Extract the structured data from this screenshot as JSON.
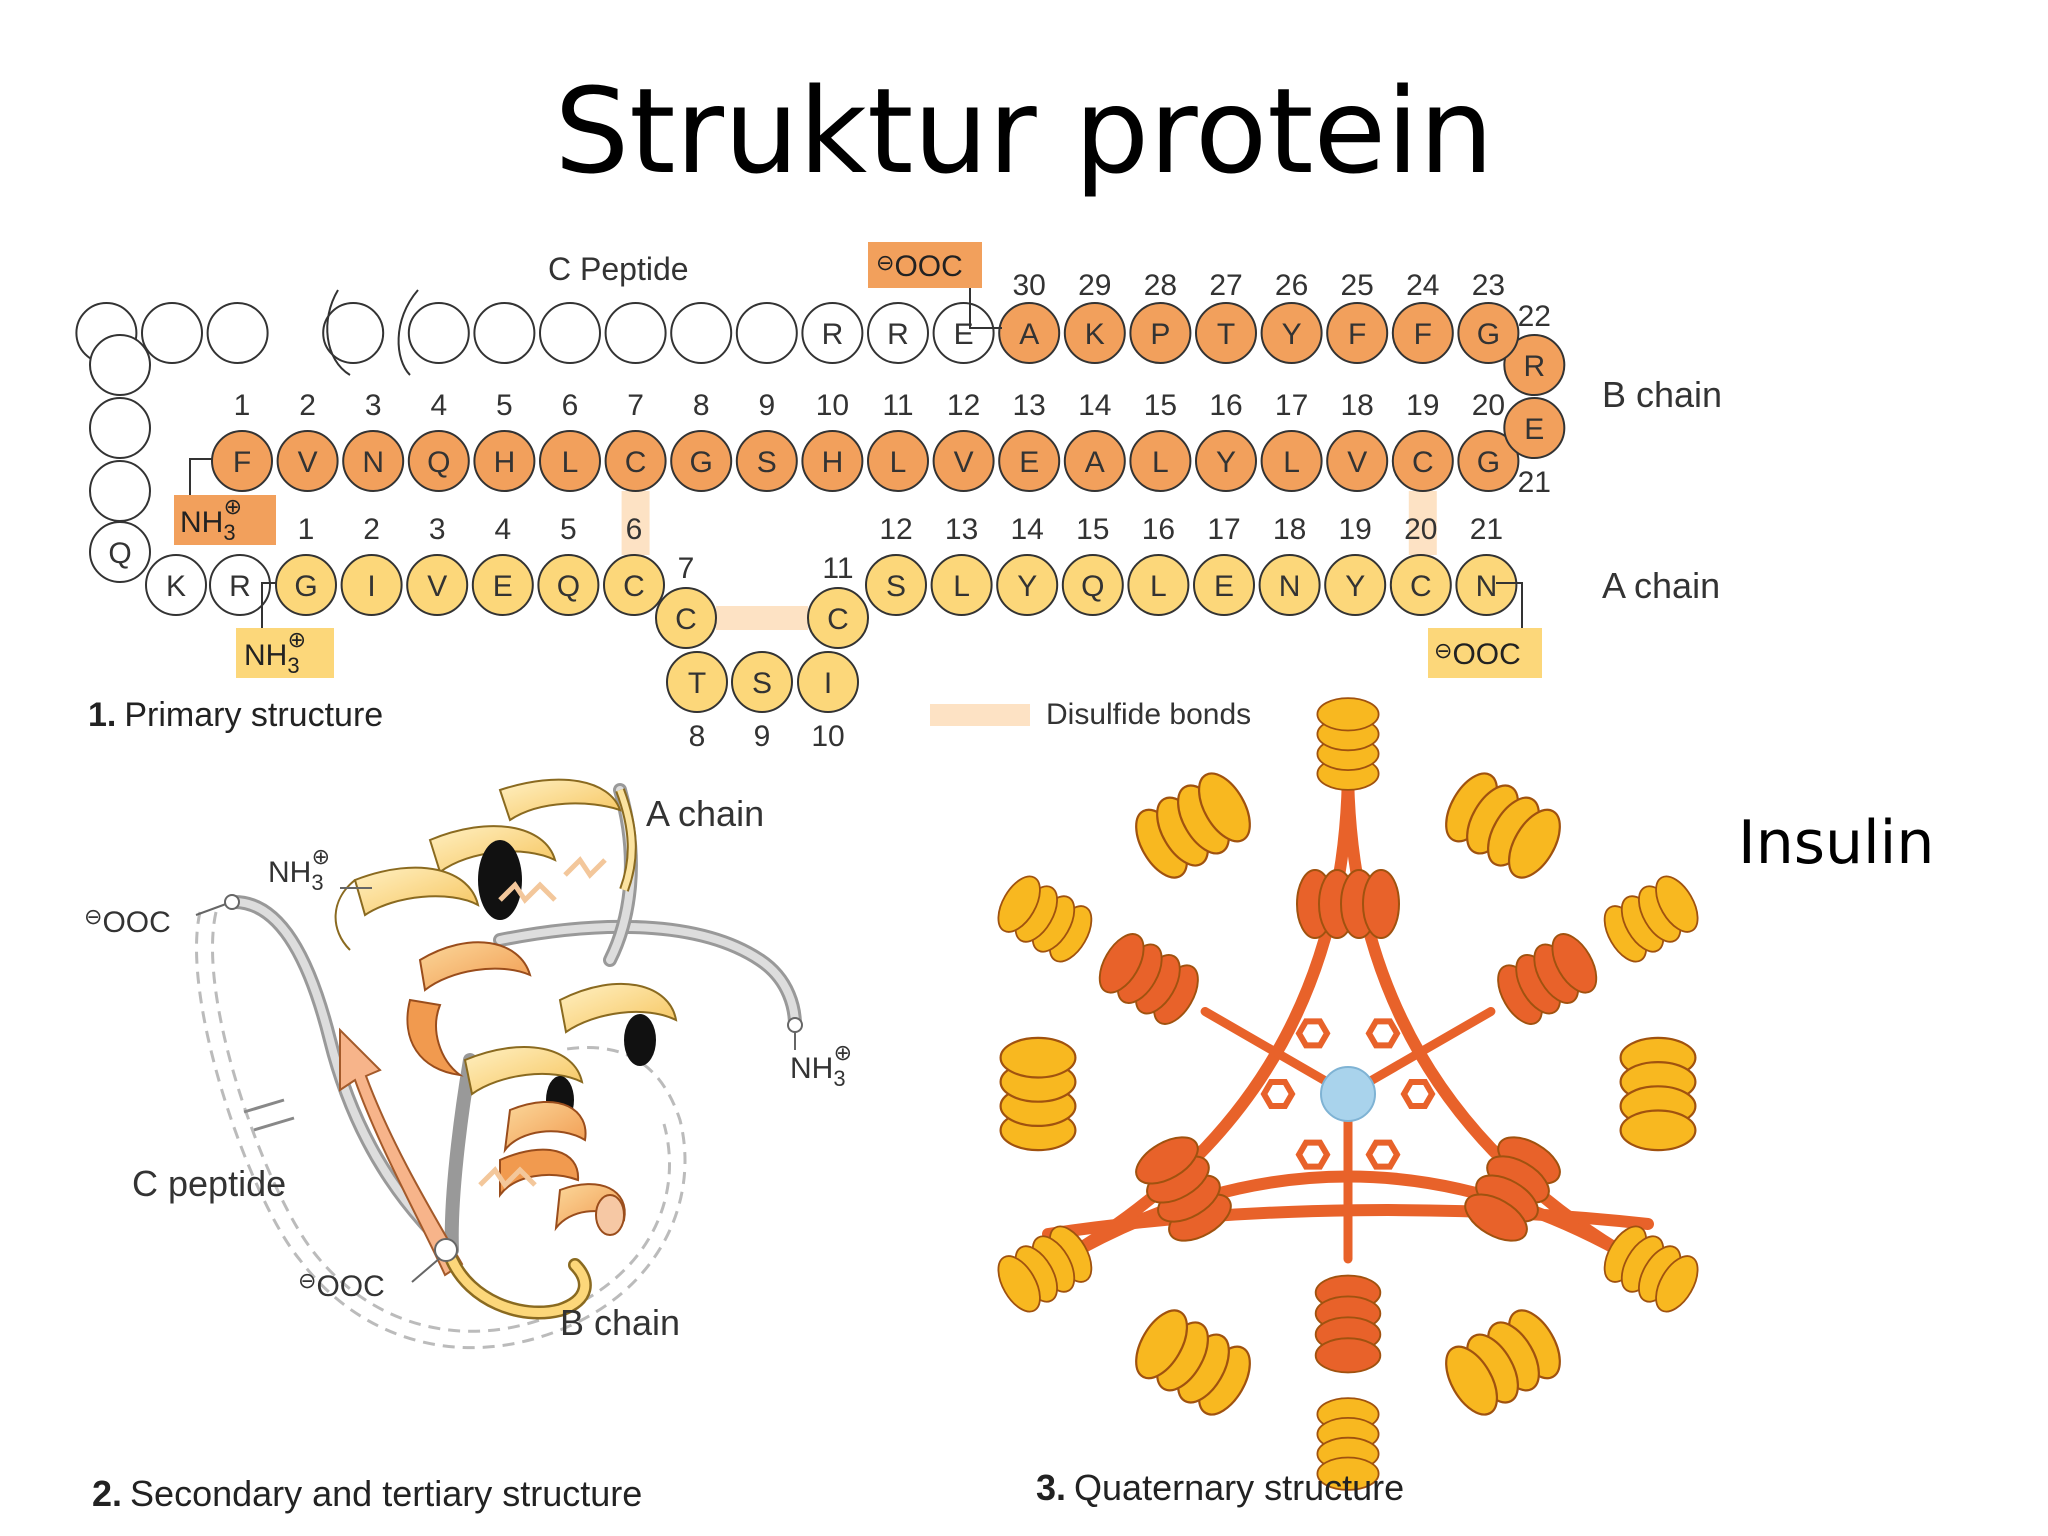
{
  "title": "Struktur protein",
  "insulin_label": "Insulin",
  "colors": {
    "b_chain_fill": "#f2a05c",
    "a_chain_fill": "#fcd77a",
    "disulfide": "#fde2c4",
    "outline": "#333333",
    "quaternary_orange": "#e8622a",
    "quaternary_yellow": "#f8b820",
    "zinc": "#a9d3ec"
  },
  "primary": {
    "caption_num": "1.",
    "caption_text": "Primary structure",
    "c_peptide_label": "C Peptide",
    "b_chain_label": "B chain",
    "a_chain_label": "A chain",
    "disulfide_label": "Disulfide bonds",
    "nh3_b": "NH",
    "nh3_a": "NH",
    "ooc_b": "OOC",
    "ooc_a": "OOC",
    "sub3": "3",
    "plus": "⊕",
    "minus": "⊖",
    "c_peptide_residues": [
      "E",
      "R",
      "R"
    ],
    "c_peptide_extra": [
      "Q",
      "K",
      "R"
    ],
    "b_chain_row1": [
      "F",
      "V",
      "N",
      "Q",
      "H",
      "L",
      "C",
      "G",
      "S",
      "H",
      "L",
      "V",
      "E",
      "A",
      "L",
      "Y",
      "L",
      "V",
      "C",
      "G"
    ],
    "b_chain_row1_numbers": [
      "1",
      "2",
      "3",
      "4",
      "5",
      "6",
      "7",
      "8",
      "9",
      "10",
      "11",
      "12",
      "13",
      "14",
      "15",
      "16",
      "17",
      "18",
      "19",
      "20"
    ],
    "b_chain_turn": [
      {
        "res": "E",
        "num": "21"
      },
      {
        "res": "R",
        "num": "22"
      }
    ],
    "b_chain_row2": [
      "G",
      "F",
      "F",
      "Y",
      "T",
      "P",
      "K",
      "A"
    ],
    "b_chain_row2_numbers": [
      "23",
      "24",
      "25",
      "26",
      "27",
      "28",
      "29",
      "30"
    ],
    "a_chain_row1": [
      "G",
      "I",
      "V",
      "E",
      "Q",
      "C"
    ],
    "a_chain_row1_numbers": [
      "1",
      "2",
      "3",
      "4",
      "5",
      "6"
    ],
    "a_chain_loop": [
      {
        "res": "C",
        "num": "7"
      },
      {
        "res": "T",
        "num": "8"
      },
      {
        "res": "S",
        "num": "9"
      },
      {
        "res": "I",
        "num": "10"
      },
      {
        "res": "C",
        "num": "11"
      }
    ],
    "a_chain_row2": [
      "S",
      "L",
      "Y",
      "Q",
      "L",
      "E",
      "N",
      "Y",
      "C",
      "N"
    ],
    "a_chain_row2_numbers": [
      "12",
      "13",
      "14",
      "15",
      "16",
      "17",
      "18",
      "19",
      "20",
      "21"
    ]
  },
  "secondary": {
    "caption_num": "2.",
    "caption_text": "Secondary and tertiary structure",
    "a_chain_label": "A chain",
    "b_chain_label": "B chain",
    "c_peptide_label": "C peptide",
    "nh3_top": "NH",
    "nh3_right": "NH",
    "ooc_left": "OOC",
    "ooc_bottom": "OOC",
    "sub3": "3",
    "plus": "⊕",
    "minus": "⊖"
  },
  "quaternary": {
    "caption_num": "3.",
    "caption_text": "Quaternary structure"
  }
}
